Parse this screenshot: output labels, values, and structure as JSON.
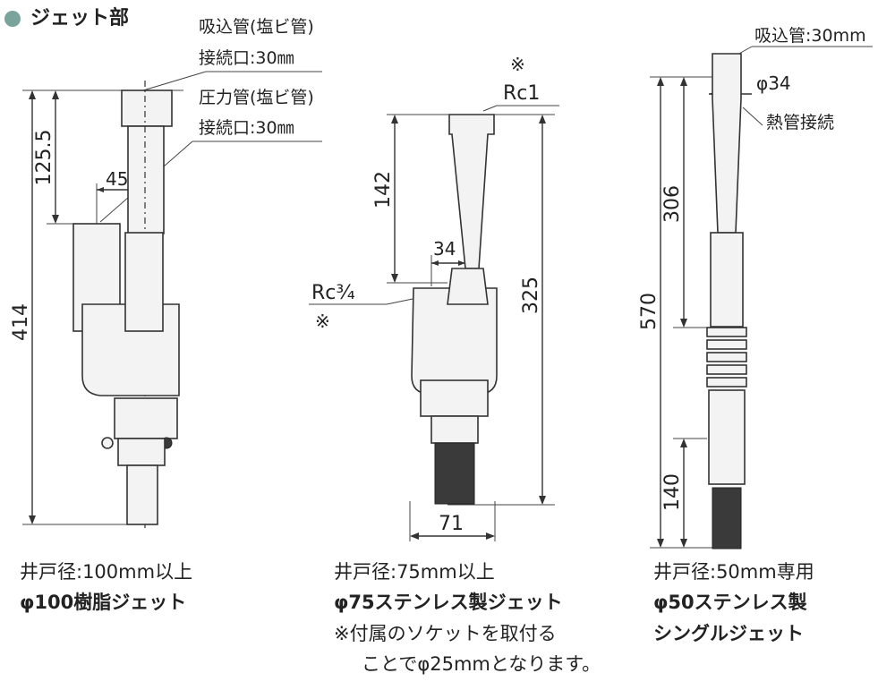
{
  "header": {
    "title": "ジェット部",
    "bullet_color": "#7aa39c"
  },
  "jet1": {
    "label_suction_line1": "吸込管(塩ビ管)",
    "label_suction_line2": "接続口:30㎜",
    "label_pressure_line1": "圧力管(塩ビ管)",
    "label_pressure_line2": "接続口:30㎜",
    "dim_total": "414",
    "dim_upper": "125.5",
    "dim_offset": "45",
    "caption_line1": "井戸径:100mm以上",
    "caption_line2": "φ100樹脂ジェット"
  },
  "jet2": {
    "mark_top": "※",
    "label_rc1": "Rc1",
    "label_rc34": "Rc¾",
    "mark_side": "※",
    "dim_upper": "142",
    "dim_inner": "34",
    "dim_total": "325",
    "dim_width": "71",
    "caption_line1": "井戸径:75mm以上",
    "caption_line2": "φ75ステンレス製ジェット",
    "caption_line3": "※付属のソケットを取付る",
    "caption_line4": "ことでφ25mmとなります。"
  },
  "jet3": {
    "label_suction": "吸込管:30mm",
    "label_dia": "φ34",
    "label_heat": "熱管接続",
    "dim_upper": "306",
    "dim_total": "570",
    "dim_lower": "140",
    "caption_line1": "井戸径:50mm専用",
    "caption_line2": "φ50ステンレス製",
    "caption_line3": "シングルジェット"
  }
}
